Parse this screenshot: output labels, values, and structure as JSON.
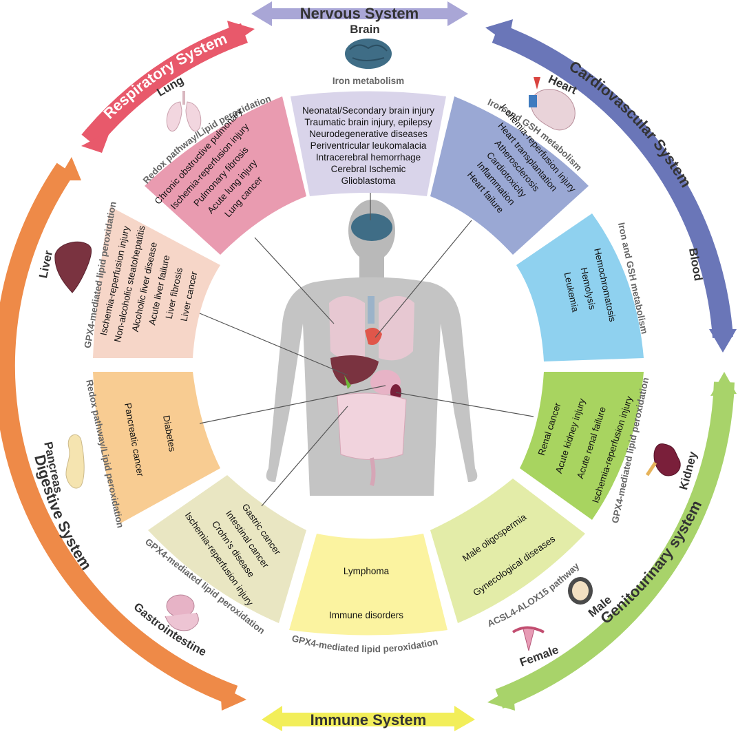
{
  "systems": {
    "nervous": "Nervous System",
    "respiratory": "Respiratory System",
    "cardiovascular": "Cardiovascular System",
    "digestive": "Digestive System",
    "genitourinary": "Genitourinary system",
    "immune": "Immune System"
  },
  "organs": {
    "brain": "Brain",
    "lung": "Lung",
    "heart": "Heart",
    "blood": "Blood",
    "liver": "Liver",
    "pancreas": "Pancreas",
    "gastrointestine": "Gastrointestine",
    "kidney": "Kidney",
    "male": "Male",
    "female": "Female"
  },
  "pathways": {
    "brain": "Iron metabolism",
    "lung": "Redox pathway/Lipid peroxidation",
    "heart": "Iron and GSH metabolism",
    "blood": "Iron and GSH metabolism",
    "liver": "GPX4-mediated lipid peroxidation",
    "pancreas": "Redox pathway/Lipid peroxidation",
    "gastro": "GPX4-mediated lipid peroxidation",
    "immune": "GPX4-mediated lipid peroxidation",
    "kidney": "GPX4-mediated lipid peroxidation",
    "reproductive": "ACSL4-ALOX15 pathway"
  },
  "diseases": {
    "brain": [
      "Neonatal/Secondary brain injury",
      "Traumatic brain injury, epilepsy",
      "Neurodegenerative diseases",
      "Periventricular leukomalacia",
      "Intracerebral hemorrhage",
      "Cerebral Ischemic",
      "Glioblastoma"
    ],
    "lung": [
      "Chronic obstructive pulmonary",
      "Ischemia-reperfusion injury",
      "Pulmonary fibrosis",
      "Acute lung injury",
      "Lung cancer"
    ],
    "heart": [
      "Ischemia-reperfusion injury",
      "Heart transplantation",
      "Atherosclerosis",
      "Cardiotoxicity",
      "Inflammation",
      "Heart failure"
    ],
    "blood": [
      "Hemochromatosis",
      "Hemolysis",
      "Leukemia"
    ],
    "liver": [
      "Ischemia-reperfusion injury",
      "Non-alcoholic steatohepatitis",
      "Alcoholic liver disease",
      "Acute liver failure",
      "Liver fibrosis",
      "Liver cancer"
    ],
    "pancreas": [
      "Diabetes",
      "Pancreatic cancer"
    ],
    "gastro": [
      "Gastric cancer",
      "Intestinal cancer",
      "Crohn's disease",
      "Ischemia-reperfusion injury"
    ],
    "immune": [
      "Lymphoma",
      "Immune disorders"
    ],
    "reproductive": [
      "Male oligospermia",
      "Gynecological diseases"
    ],
    "kidney": [
      "Renal cancer",
      "Acute kidney injury",
      "Acute renal failure",
      "Ischemia-reperfusion injury"
    ]
  },
  "colors": {
    "nervous": "#a9a6d6",
    "respiratory": "#e8596b",
    "cardiovascular": "#6a76b8",
    "digestive": "#ee8a48",
    "genitourinary": "#a8d36a",
    "immune": "#f2ee5a",
    "brain_panel": "#d9d4ea",
    "lung_panel": "#e99bb0",
    "heart_panel": "#9aa8d4",
    "blood_panel": "#8fd1ef",
    "liver_panel": "#f6d6c8",
    "pancreas_panel": "#f8cc92",
    "gastro_panel": "#e9e6c2",
    "immune_panel": "#fbf3a0",
    "reproductive_panel": "#e3eca8",
    "kidney_panel": "#a8d460"
  }
}
